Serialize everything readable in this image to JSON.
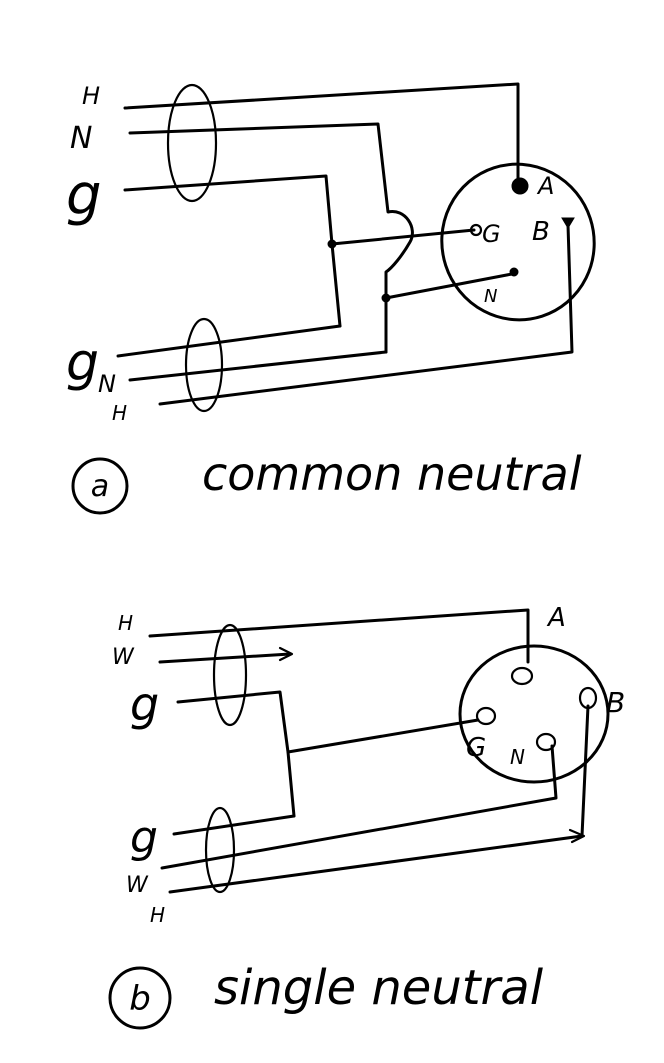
{
  "diagrams": [
    {
      "id": "a",
      "marker": "a",
      "caption": "common neutral",
      "top_wire_labels": [
        "H",
        "N",
        "g"
      ],
      "bottom_wire_labels": [
        "g",
        "N",
        "H"
      ],
      "connector_labels": {
        "a": "A",
        "b": "B",
        "g": "G",
        "n": "N"
      }
    },
    {
      "id": "b",
      "marker": "b",
      "caption": "single neutral",
      "top_wire_labels": [
        "H",
        "W",
        "g"
      ],
      "bottom_wire_labels": [
        "g",
        "W",
        "H"
      ],
      "connector_labels": {
        "a": "A",
        "b": "B",
        "g": "G",
        "n": "N"
      }
    }
  ]
}
